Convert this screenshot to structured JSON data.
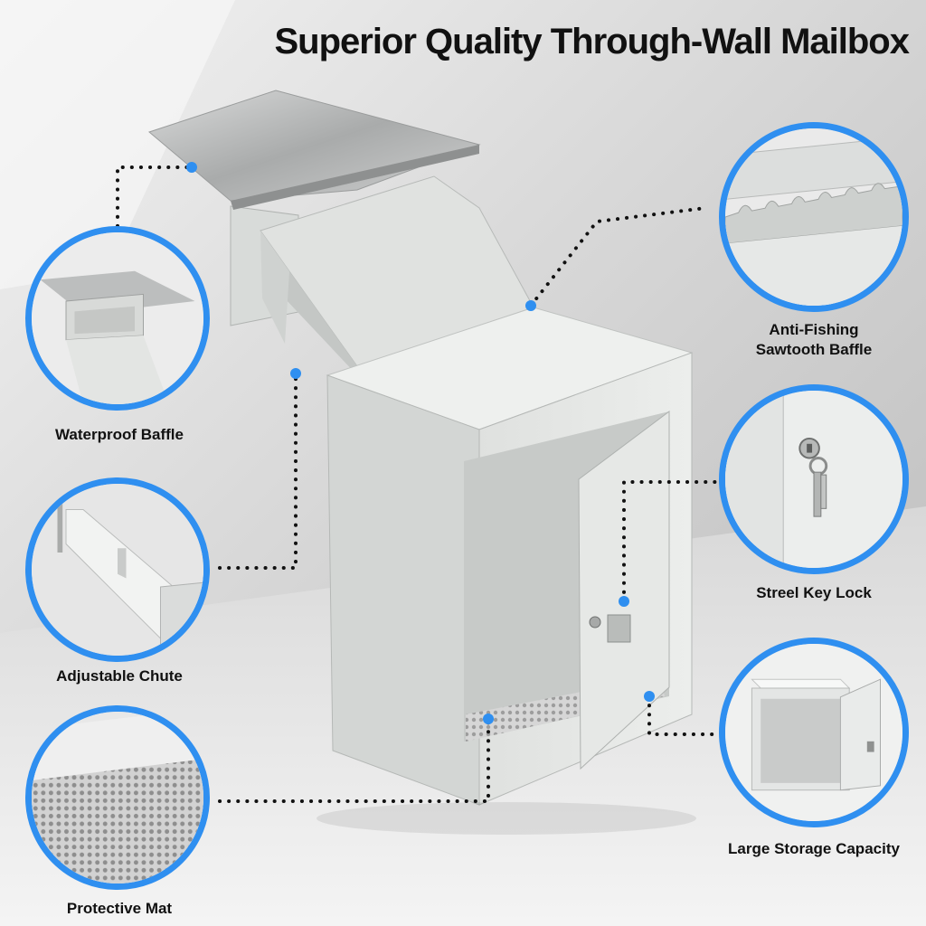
{
  "title": "Superior Quality Through-Wall Mailbox",
  "features": [
    {
      "id": "waterproof",
      "label": "Waterproof Baffle"
    },
    {
      "id": "chute",
      "label": "Adjustable Chute"
    },
    {
      "id": "mat",
      "label": "Protective Mat"
    },
    {
      "id": "sawtooth",
      "label_line1": "Anti-Fishing",
      "label_line2": "Sawtooth Baffle"
    },
    {
      "id": "lock",
      "label": "Streel Key Lock"
    },
    {
      "id": "storage",
      "label": "Large Storage Capacity"
    }
  ],
  "colors": {
    "accent": "#2f8ff0",
    "dots": "#111111",
    "mailbox": "#e4e6e4",
    "steel": "#bfc1c1"
  },
  "icons": [
    "water-baffle-photo",
    "chute-photo",
    "mat-photo",
    "sawtooth-photo",
    "key-lock-photo",
    "storage-photo"
  ]
}
